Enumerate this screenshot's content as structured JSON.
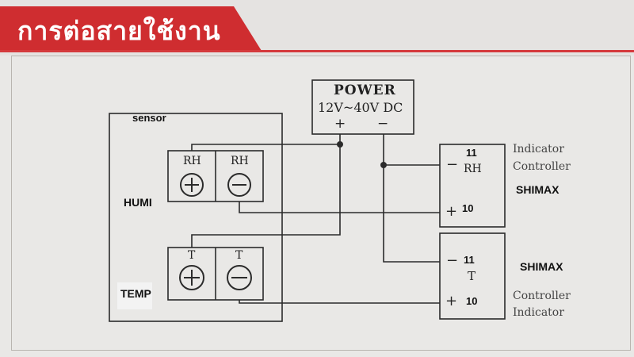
{
  "header": {
    "title": "การต่อสายใช้งาน"
  },
  "power": {
    "title": "POWER",
    "voltage": "12V~40V DC",
    "plus": "+",
    "minus": "−"
  },
  "sensor": {
    "label": "sensor",
    "humi_label": "HUMI",
    "temp_label": "TEMP",
    "rh_plus_label": "RH",
    "rh_minus_label": "RH",
    "t_plus_label": "T",
    "t_minus_label": "T"
  },
  "indicator_top": {
    "desc_line1": "Indicator",
    "desc_line2": "Controller",
    "brand": "SHIMAX",
    "terminal_minus_num": "11",
    "terminal_minus_sign": "−",
    "channel": "RH",
    "terminal_plus_num": "10",
    "terminal_plus_sign": "+"
  },
  "indicator_bottom": {
    "desc_line1": "Controller",
    "desc_line2": "Indicator",
    "brand": "SHIMAX",
    "terminal_minus_num": "11",
    "terminal_minus_sign": "−",
    "channel": "T",
    "terminal_plus_num": "10",
    "terminal_plus_sign": "+"
  },
  "colors": {
    "accent_red": "#cf2d30",
    "line": "#2b2b2b"
  }
}
